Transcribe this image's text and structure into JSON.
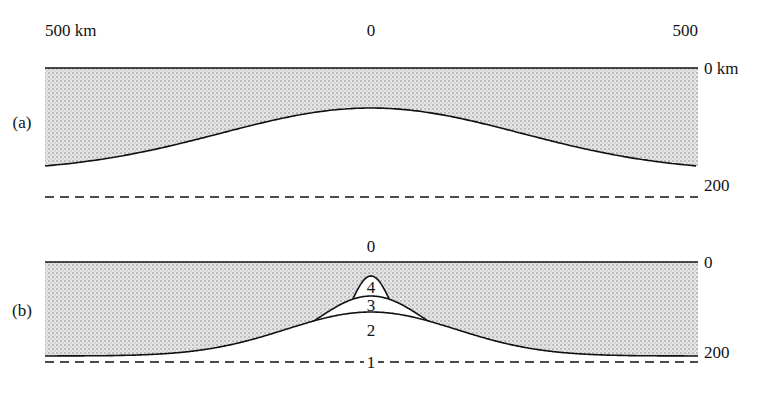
{
  "diagram": {
    "labels": [
      "500 km",
      "0",
      "500",
      "0 km",
      "(a)",
      "200",
      "0",
      "0",
      "(b)",
      "4",
      "3",
      "2",
      "200",
      "1"
    ]
  }
}
